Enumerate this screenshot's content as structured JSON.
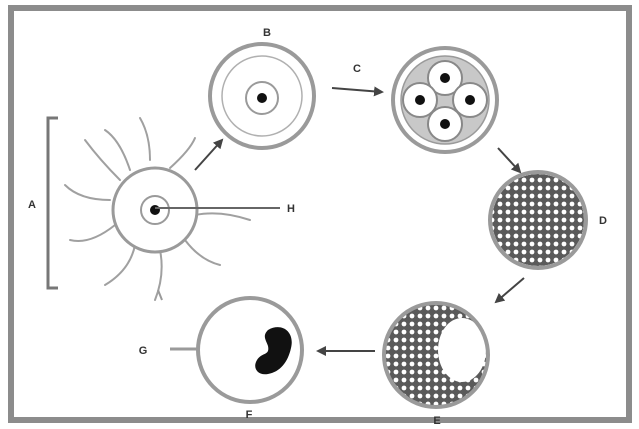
{
  "diagram": {
    "labels": {
      "A": "A",
      "B": "B",
      "C": "C",
      "D": "D",
      "E": "E",
      "F": "F",
      "G": "G",
      "H": "H"
    }
  },
  "colors": {
    "frame": "#8c8c8c",
    "ring": "#9a9a9a",
    "nucleus": "#111111",
    "arrow": "#444444",
    "texture": "#555555"
  }
}
